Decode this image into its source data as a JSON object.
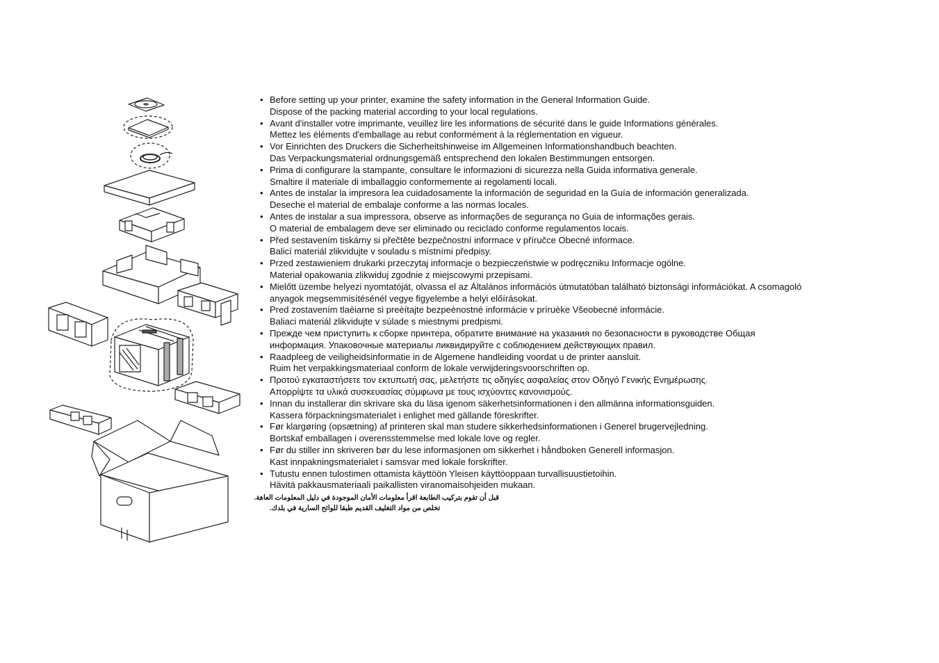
{
  "instructions": [
    {
      "lines": [
        "Before setting up your printer, examine  the safety information in the General Information Guide.",
        "Dispose of the packing material according to your local regulations."
      ]
    },
    {
      "lines": [
        "Avant d'installer votre imprimante, veuillez lire les informations de sécurité dans le guide Informations générales.",
        "Mettez les éléments d'emballage au rebut conformément à la réglementation en vigueur."
      ]
    },
    {
      "lines": [
        "Vor Einrichten des Druckers die Sicherheitshinweise im Allgemeinen Informationshandbuch beachten.",
        "Das Verpackungsmaterial ordnungsgemäß entsprechend den lokalen Bestimmungen entsorgen."
      ]
    },
    {
      "lines": [
        "Prima di configurare la stampante, consultare le informazioni di sicurezza nella Guida informativa generale.",
        "Smaltire il materiale di imballaggio conformemente ai regolamenti locali."
      ]
    },
    {
      "lines": [
        "Antes de instalar la impresora lea cuidadosamente la información de seguridad en la Guía de información generalizada.",
        "Deseche el material de embalaje conforme a las normas locales."
      ]
    },
    {
      "lines": [
        "Antes de instalar a sua impressora, observe as informações de segurança no Guia de informações gerais.",
        "O material de embalagem deve ser eliminado ou reciclado conforme regulamentos locais."
      ]
    },
    {
      "lines": [
        "Před sestavením tiskárny si přečtěte bezpečnostní informace v příručce Obecné informace.",
        "Balicí materiál zlikvidujte v souladu s místními předpisy."
      ]
    },
    {
      "lines": [
        "Przed zestawieniem drukarki przeczytaj informacje o bezpieczeństwie w podręczniku Informacje ogólne.",
        "Materiał opakowania zlikwiduj zgodnie z miejscowymi przepisami."
      ]
    },
    {
      "lines": [
        "Mielőtt üzembe helyezi nyomtatóját, olvassa el az Általános információs útmutatóban található biztonsági információkat. A csomagoló",
        "anyagok megsemmisítésénél vegye figyelembe a helyi előírásokat."
      ]
    },
    {
      "lines": [
        "Pred zostavením tlaèiarne si preèítajte bezpeènostné informácie v príruèke Všeobecné informácie.",
        "Baliaci materiál zlikvidujte v súlade s miestnymi predpismi."
      ]
    },
    {
      "lines": [
        "Прежде чем приступить к сборке принтера, обратите внимание на указания по безопасности в руководстве Общая",
        "информация. Упаковочные материалы ликвидируйте с соблюдением действующих правил."
      ]
    },
    {
      "lines": [
        "Raadpleeg de veiligheidsinformatie in de Algemene handleiding voordat u de printer aansluit.",
        "Ruim het verpakkingsmateriaal conform de lokale verwijderingsvoorschriften op."
      ]
    },
    {
      "lines": [
        "Προτού εγκαταστήσετε τον εκτυπωτή σας, μελετήστε τις οδηγίες ασφαλείας στον Οδηγό Γενικής Ενημέρωσης.",
        "Απορρίψτε τα υλικά συσκευασίας σύμφωνα με τους ισχύοντες κανονισμούς."
      ]
    },
    {
      "lines": [
        "Innan du installerar din skrivare ska du läsa igenom säkerhetsinformationen i den allmänna informationsguiden.",
        "Kassera förpackningsmaterialet i enlighet med gällande föreskrifter."
      ]
    },
    {
      "lines": [
        "Før klargøring (opsætning) af printeren skal man studere sikkerhedsinformationen i Generel brugervejledning.",
        "Bortskaf emballagen i overensstemmelse med lokale love og regler."
      ]
    },
    {
      "lines": [
        "Før du stiller inn skriveren bør du lese informasjonen om sikkerhet i håndboken Generell informasjon.",
        "Kast innpakningsmaterialet i samsvar med lokale forskrifter."
      ]
    },
    {
      "lines": [
        "Tutustu ennen tulostimen ottamista käyttöön Yleisen käyttöoppaan turvallisuustietoihin.",
        "Hävitä pakkausmateriaali paikallisten viranomaisohjeiden mukaan."
      ]
    },
    {
      "lines": [
        "قبل أن تقوم بتركيب الطابعة اقرأ معلومات الأمان الموجودة في دليل المعلومات العامة.",
        "تخلص من مواد التغليف القديم طبقا للوائح السارية في بلدك."
      ],
      "rtl": true
    }
  ],
  "colors": {
    "text": "#111111",
    "line_art": "#222222",
    "background": "#ffffff"
  }
}
